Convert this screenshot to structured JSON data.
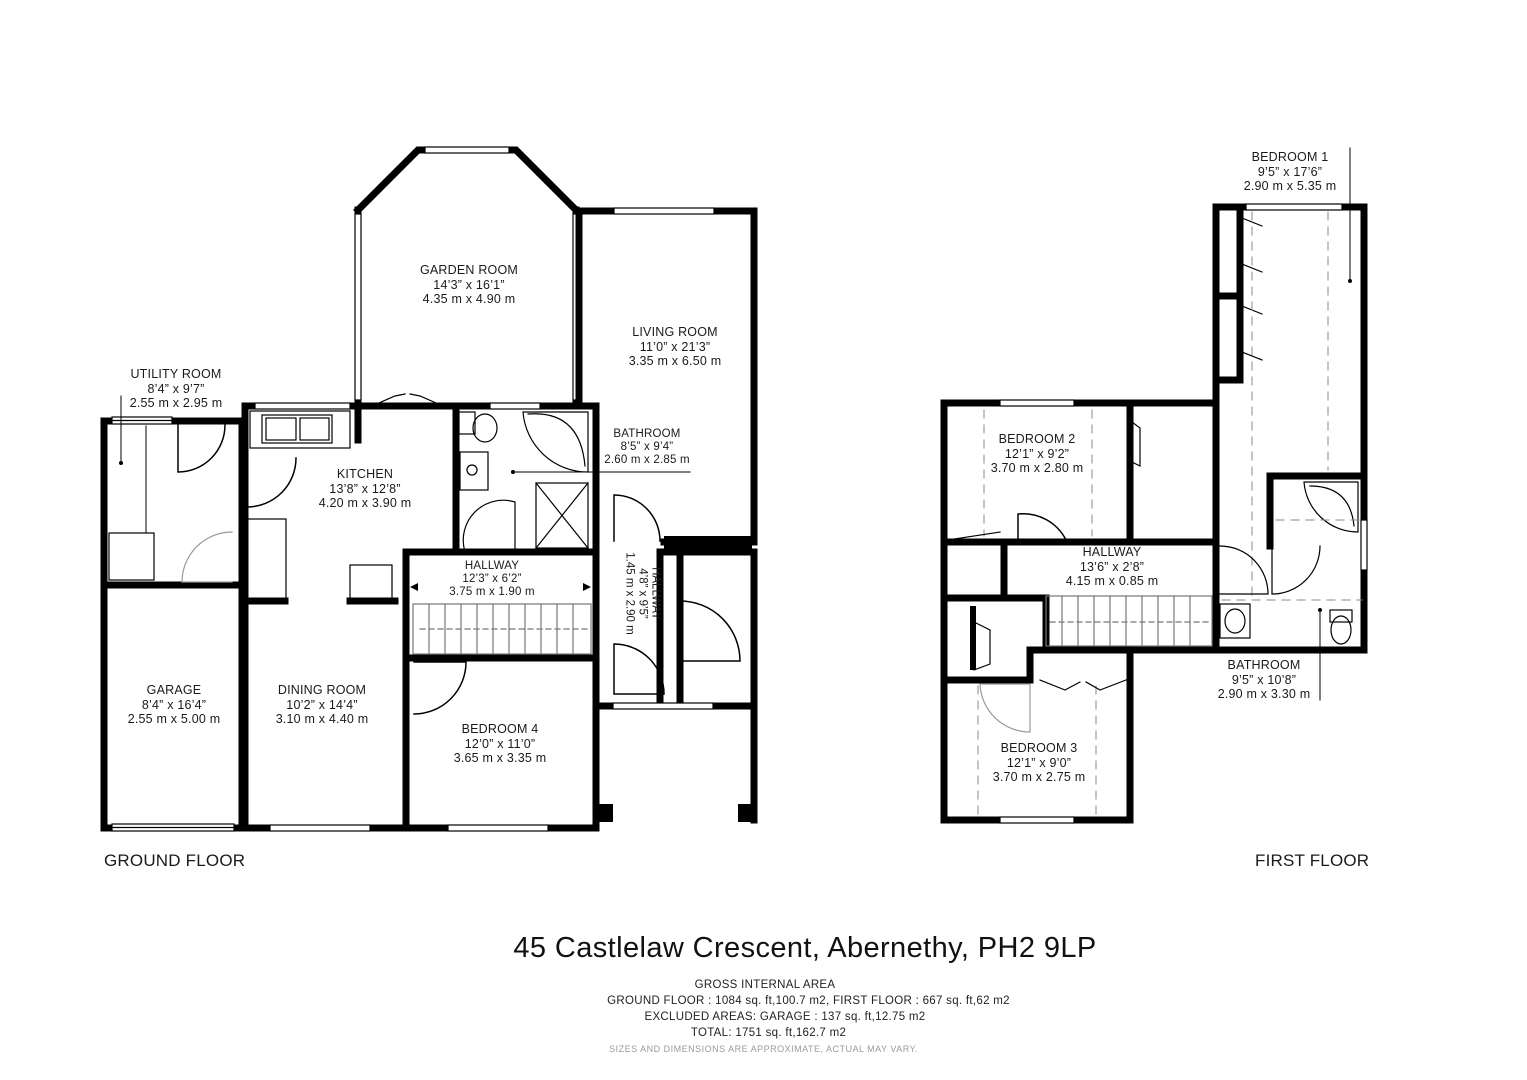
{
  "property": {
    "address": "45 Castlelaw Crescent, Abernethy, PH2 9LP"
  },
  "floors": {
    "ground": {
      "name": "GROUND FLOOR",
      "rooms": {
        "utility": {
          "name": "UTILITY ROOM",
          "imperial": "8’4” x 9’7”",
          "metric": "2.55 m x 2.95 m"
        },
        "garden": {
          "name": "GARDEN ROOM",
          "imperial": "14’3” x 16’1”",
          "metric": "4.35 m x 4.90 m"
        },
        "living": {
          "name": "LIVING ROOM",
          "imperial": "11’0” x 21’3”",
          "metric": "3.35 m x 6.50 m"
        },
        "kitchen": {
          "name": "KITCHEN",
          "imperial": "13’8” x 12’8”",
          "metric": "4.20 m x 3.90 m"
        },
        "bathroom": {
          "name": "BATHROOM",
          "imperial": "8’5” x 9’4”",
          "metric": "2.60 m x 2.85 m"
        },
        "hallway_h": {
          "name": "HALLWAY",
          "imperial": "12’3” x 6’2”",
          "metric": "3.75 m x 1.90 m"
        },
        "hallway_v": {
          "name": "HALLWAY",
          "imperial": "4’8” x 9’5”",
          "metric": "1.45 m x 2.90 m"
        },
        "garage": {
          "name": "GARAGE",
          "imperial": "8’4” x 16’4”",
          "metric": "2.55 m x 5.00 m"
        },
        "dining": {
          "name": "DINING ROOM",
          "imperial": "10’2” x 14’4”",
          "metric": "3.10 m x 4.40 m"
        },
        "bedroom4": {
          "name": "BEDROOM 4",
          "imperial": "12’0” x 11’0”",
          "metric": "3.65 m x 3.35 m"
        }
      }
    },
    "first": {
      "name": "FIRST FLOOR",
      "rooms": {
        "bedroom1": {
          "name": "BEDROOM 1",
          "imperial": "9’5” x 17’6”",
          "metric": "2.90 m x 5.35 m"
        },
        "bedroom2": {
          "name": "BEDROOM 2",
          "imperial": "12’1” x 9’2”",
          "metric": "3.70 m x 2.80 m"
        },
        "hallway": {
          "name": "HALLWAY",
          "imperial": "13’6” x 2’8”",
          "metric": "4.15 m x 0.85 m"
        },
        "bathroom": {
          "name": "BATHROOM",
          "imperial": "9’5” x 10’8”",
          "metric": "2.90 m x 3.30 m"
        },
        "bedroom3": {
          "name": "BEDROOM 3",
          "imperial": "12’1” x 9’0”",
          "metric": "3.70 m x 2.75 m"
        }
      }
    }
  },
  "areas": {
    "heading": "GROSS INTERNAL AREA",
    "floors_line": "GROUND FLOOR : 1084 sq. ft,100.7 m2, FIRST FLOOR : 667 sq. ft,62 m2",
    "excluded_line": "EXCLUDED AREAS: GARAGE  : 137 sq. ft,12.75 m2",
    "total_line": "TOTAL: 1751 sq. ft,162.7 m2",
    "disclaimer": "SIZES AND DIMENSIONS ARE APPROXIMATE, ACTUAL MAY VARY."
  }
}
